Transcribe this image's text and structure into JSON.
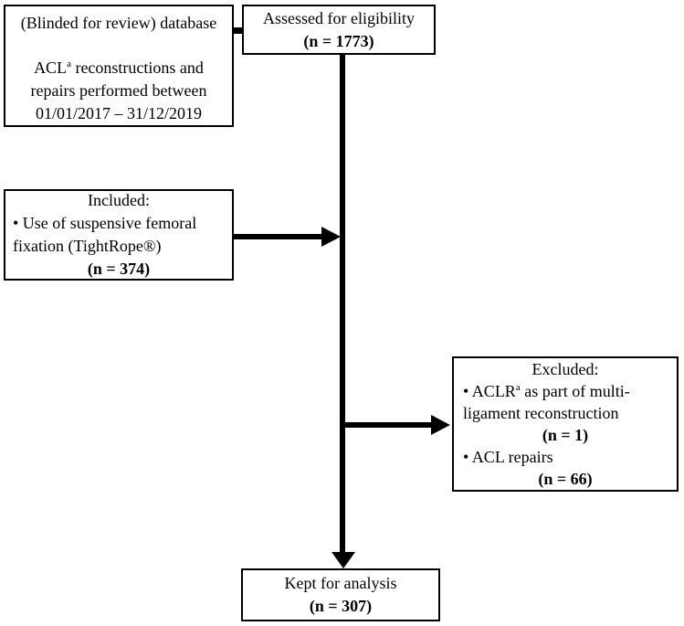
{
  "figure": {
    "description": "Study selection flow diagram",
    "background_color": "#ffffff",
    "line_color": "#000000",
    "text_color": "#000000"
  },
  "boxes": {
    "database": {
      "title": "(Blinded for review) database",
      "body1_main": "ACL",
      "body1_sup": "a",
      "body1_rest": " reconstructions and",
      "body2": "repairs performed between",
      "body3": "01/01/2017 – 31/12/2019"
    },
    "assessed": {
      "label": "Assessed for eligibility",
      "count": "(n = 1773)"
    },
    "included": {
      "heading": "Included:",
      "bullet1_line1": "• Use of suspensive femoral",
      "bullet1_line2": "fixation (TightRope®)",
      "count": "(n = 374)"
    },
    "excluded": {
      "heading": "Excluded:",
      "bullet1_main": "• ACLR",
      "bullet1_sup": "a",
      "bullet1_rest": " as part of multi-",
      "bullet1_line2": "ligament reconstruction",
      "bullet1_count": "(n = 1)",
      "bullet2": "• ACL repairs",
      "bullet2_count": "(n = 66)"
    },
    "kept": {
      "label": "Kept for analysis",
      "count": "(n = 307)"
    }
  }
}
